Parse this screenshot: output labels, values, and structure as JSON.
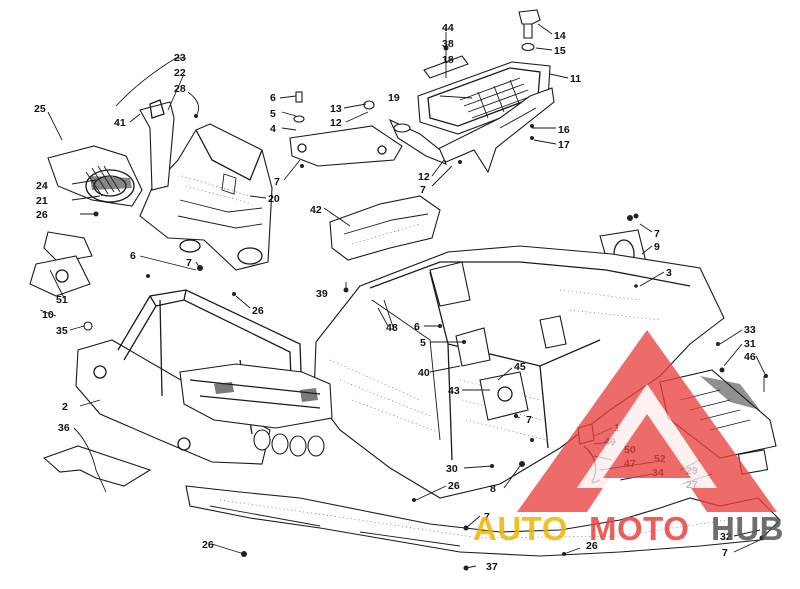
{
  "labels": [
    {
      "id": "44",
      "text": "44"
    },
    {
      "id": "38",
      "text": "38"
    },
    {
      "id": "18",
      "text": "18"
    },
    {
      "id": "14",
      "text": "14"
    },
    {
      "id": "15",
      "text": "15"
    },
    {
      "id": "11",
      "text": "11"
    },
    {
      "id": "16",
      "text": "16"
    },
    {
      "id": "17",
      "text": "17"
    },
    {
      "id": "19",
      "text": "19"
    },
    {
      "id": "23",
      "text": "23"
    },
    {
      "id": "22",
      "text": "22"
    },
    {
      "id": "28",
      "text": "28"
    },
    {
      "id": "41",
      "text": "41"
    },
    {
      "id": "25",
      "text": "25"
    },
    {
      "id": "24",
      "text": "24"
    },
    {
      "id": "21",
      "text": "21"
    },
    {
      "id": "26a",
      "text": "26"
    },
    {
      "id": "20",
      "text": "20"
    },
    {
      "id": "6a",
      "text": "6"
    },
    {
      "id": "5a",
      "text": "5"
    },
    {
      "id": "4",
      "text": "4"
    },
    {
      "id": "7a",
      "text": "7"
    },
    {
      "id": "13",
      "text": "13"
    },
    {
      "id": "12a",
      "text": "12"
    },
    {
      "id": "12b",
      "text": "12"
    },
    {
      "id": "7b",
      "text": "7"
    },
    {
      "id": "42",
      "text": "42"
    },
    {
      "id": "39",
      "text": "39"
    },
    {
      "id": "7c",
      "text": "7"
    },
    {
      "id": "9",
      "text": "9"
    },
    {
      "id": "3",
      "text": "3"
    },
    {
      "id": "6b",
      "text": "6"
    },
    {
      "id": "7d",
      "text": "7"
    },
    {
      "id": "26b",
      "text": "26"
    },
    {
      "id": "51",
      "text": "51"
    },
    {
      "id": "10",
      "text": "10"
    },
    {
      "id": "35",
      "text": "35"
    },
    {
      "id": "48",
      "text": "48"
    },
    {
      "id": "6c",
      "text": "6"
    },
    {
      "id": "5b",
      "text": "5"
    },
    {
      "id": "40",
      "text": "40"
    },
    {
      "id": "45",
      "text": "45"
    },
    {
      "id": "43",
      "text": "43"
    },
    {
      "id": "7e",
      "text": "7"
    },
    {
      "id": "2",
      "text": "2"
    },
    {
      "id": "36",
      "text": "36"
    },
    {
      "id": "33",
      "text": "33"
    },
    {
      "id": "31",
      "text": "31"
    },
    {
      "id": "46",
      "text": "46"
    },
    {
      "id": "1",
      "text": "1"
    },
    {
      "id": "49",
      "text": "49"
    },
    {
      "id": "50",
      "text": "50"
    },
    {
      "id": "47",
      "text": "47"
    },
    {
      "id": "52",
      "text": "52"
    },
    {
      "id": "34",
      "text": "34"
    },
    {
      "id": "29",
      "text": "29"
    },
    {
      "id": "27",
      "text": "27"
    },
    {
      "id": "30",
      "text": "30"
    },
    {
      "id": "8",
      "text": "8"
    },
    {
      "id": "26c",
      "text": "26"
    },
    {
      "id": "7f",
      "text": "7"
    },
    {
      "id": "26d",
      "text": "26"
    },
    {
      "id": "26e",
      "text": "26"
    },
    {
      "id": "37",
      "text": "37"
    },
    {
      "id": "32",
      "text": "32"
    },
    {
      "id": "7g",
      "text": "7"
    }
  ],
  "watermark": {
    "part1": "AUTO",
    "part2": "MOTO",
    "part3": "HUB",
    "color_auto": "#f0b400",
    "color_moto": "#e8433f",
    "color_hub": "#555555",
    "color_mark": "#e8433f"
  }
}
